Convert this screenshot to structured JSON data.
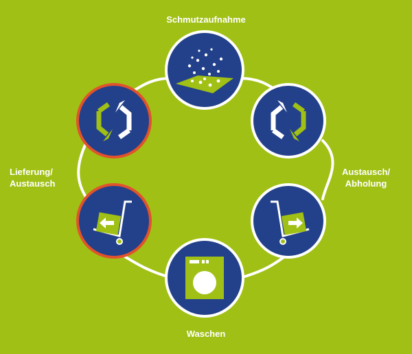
{
  "labels": {
    "top": "Schmutzaufnahme",
    "right": "Austausch/\nAbholung",
    "bottom": "Waschen",
    "left": "Lieferung/\nAustausch"
  },
  "nodes": [
    {
      "id": "dirt",
      "icon": "dirt-collection-icon"
    },
    {
      "id": "exchange-right",
      "icon": "cycle-arrows-icon"
    },
    {
      "id": "cart-right",
      "icon": "hand-truck-right-arrow-icon"
    },
    {
      "id": "wash",
      "icon": "washing-machine-icon"
    },
    {
      "id": "cart-left",
      "icon": "hand-truck-left-arrow-icon"
    },
    {
      "id": "exchange-left",
      "icon": "cycle-arrows-icon"
    }
  ],
  "colors": {
    "background": "#a0c015",
    "circle_fill": "#23418a",
    "circle_ring": "#ffffff",
    "highlight_ring": "#e2522c",
    "icon_green": "#a0c015",
    "icon_white": "#ffffff"
  }
}
